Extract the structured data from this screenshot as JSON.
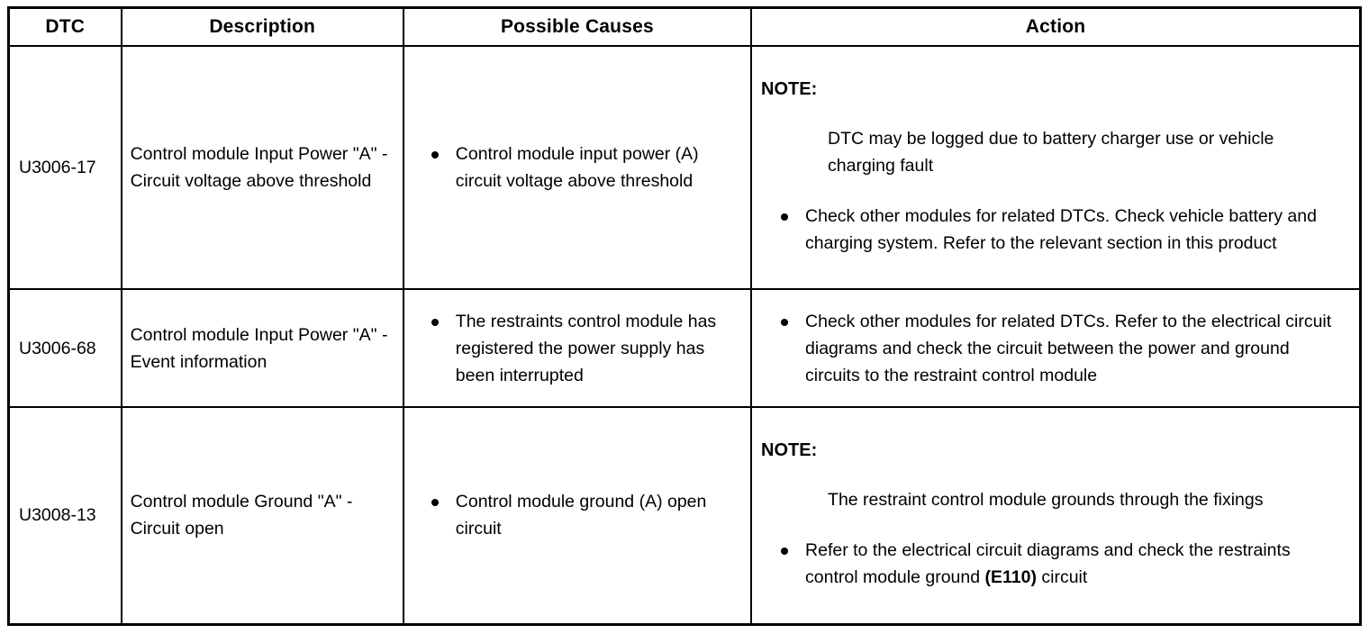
{
  "table": {
    "columns": [
      {
        "key": "dtc",
        "label": "DTC"
      },
      {
        "key": "description",
        "label": "Description"
      },
      {
        "key": "causes",
        "label": "Possible Causes"
      },
      {
        "key": "action",
        "label": "Action"
      }
    ],
    "rows": [
      {
        "dtc": "U3006-17",
        "description": "Control module Input Power \"A\" - Circuit voltage above threshold",
        "causes": [
          "Control module input power (A) circuit voltage above threshold"
        ],
        "action": {
          "note_label": "NOTE:",
          "note_text": "DTC may be logged due to battery charger use or vehicle charging fault",
          "bullets": [
            "Check other modules for related DTCs. Check vehicle battery and charging system. Refer to the relevant section in this product"
          ]
        }
      },
      {
        "dtc": "U3006-68",
        "description": "Control module Input Power \"A\" - Event information",
        "causes": [
          "The restraints control module has registered the power supply has been interrupted"
        ],
        "action": {
          "note_label": "",
          "note_text": "",
          "bullets": [
            "Check other modules for related DTCs. Refer to the electrical circuit diagrams and check the circuit between the power and ground circuits to the restraint control module"
          ]
        }
      },
      {
        "dtc": "U3008-13",
        "description": "Control module Ground \"A\" - Circuit open",
        "causes": [
          "Control module ground (A) open circuit"
        ],
        "action": {
          "note_label": "NOTE:",
          "note_text": "The restraint control module grounds through the fixings",
          "bullets": [
            "Refer to the electrical circuit diagrams and check the restraints control module ground (E110) circuit"
          ],
          "bullet_bold_fragment": "(E110)"
        }
      }
    ]
  },
  "colors": {
    "border": "#000000",
    "text": "#000000",
    "background": "#ffffff"
  }
}
